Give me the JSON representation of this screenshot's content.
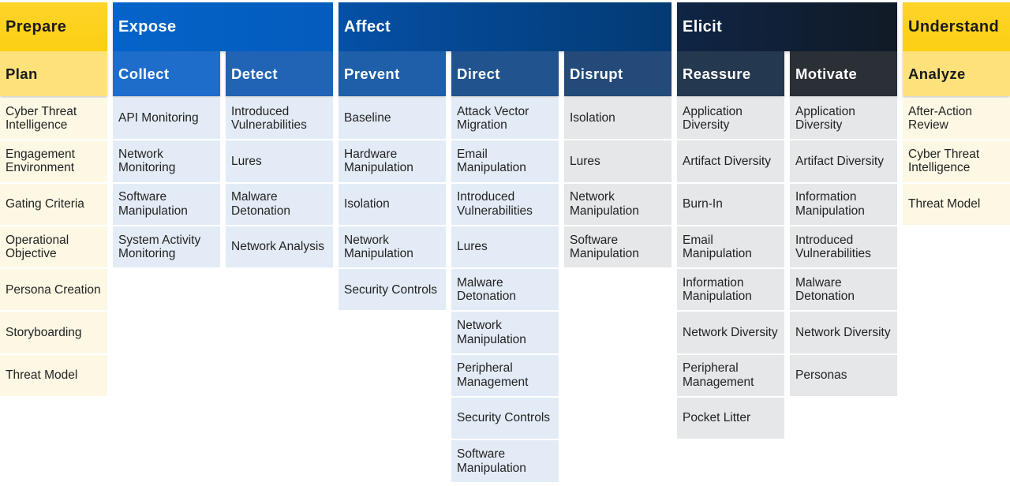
{
  "colors": {
    "prepare_head": "#fdd21b",
    "prepare_sub": "#fde480",
    "expose_head": "#0460c4",
    "collect_sub": "#1e6cc8",
    "detect_sub": "#2164b5",
    "affect_head": "#044590",
    "prevent_sub": "#1f5ea8",
    "direct_sub": "#21538f",
    "disrupt_sub": "#234a78",
    "elicit_head": "#0e1f38",
    "reassure_sub": "#243850",
    "motivate_sub": "#2b2f36",
    "understand_head": "#fdd21b",
    "analyze_sub": "#fde480"
  },
  "groups": [
    {
      "label": "Prepare"
    },
    {
      "label": "Expose"
    },
    {
      "label": "Affect"
    },
    {
      "label": "Elicit"
    },
    {
      "label": "Understand"
    }
  ],
  "columns": [
    {
      "label": "Plan",
      "items": [
        "Cyber Threat Intelligence",
        "Engagement Environment",
        "Gating Criteria",
        "Operational Objective",
        "Persona Creation",
        "Storyboarding",
        "Threat Model"
      ]
    },
    {
      "label": "Collect",
      "items": [
        "API Monitoring",
        "Network Monitoring",
        "Software Manipulation",
        "System Activity Monitoring"
      ]
    },
    {
      "label": "Detect",
      "items": [
        "Introduced Vulnerabilities",
        "Lures",
        "Malware Detonation",
        "Network Analysis"
      ]
    },
    {
      "label": "Prevent",
      "items": [
        "Baseline",
        "Hardware Manipulation",
        "Isolation",
        "Network Manipulation",
        "Security Controls"
      ]
    },
    {
      "label": "Direct",
      "items": [
        "Attack Vector Migration",
        "Email Manipulation",
        "Introduced Vulnerabilities",
        "Lures",
        "Malware Detonation",
        "Network Manipulation",
        "Peripheral Management",
        "Security Controls",
        "Software Manipulation"
      ]
    },
    {
      "label": "Disrupt",
      "items": [
        "Isolation",
        "Lures",
        "Network Manipulation",
        "Software Manipulation"
      ]
    },
    {
      "label": "Reassure",
      "items": [
        "Application Diversity",
        "Artifact Diversity",
        "Burn-In",
        "Email Manipulation",
        "Information Manipulation",
        "Network Diversity",
        "Peripheral Management",
        "Pocket Litter"
      ]
    },
    {
      "label": "Motivate",
      "items": [
        "Application Diversity",
        "Artifact Diversity",
        "Information Manipulation",
        "Introduced Vulnerabilities",
        "Malware Detonation",
        "Network Diversity",
        "Personas"
      ]
    },
    {
      "label": "Analyze",
      "items": [
        "After-Action Review",
        "Cyber Threat Intelligence",
        "Threat Model"
      ]
    }
  ]
}
